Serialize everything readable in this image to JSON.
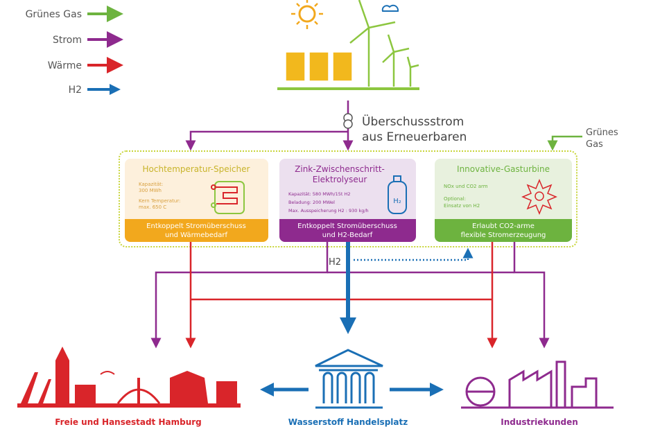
{
  "legend": [
    {
      "label": "Grünes Gas",
      "color": "#6db33f"
    },
    {
      "label": "Strom",
      "color": "#8e2a8e"
    },
    {
      "label": "Wärme",
      "color": "#d9252a"
    },
    {
      "label": "H2",
      "color": "#1a6fb5"
    }
  ],
  "source": {
    "line1": "Überschussstrom",
    "line2": "aus Erneuerbaren"
  },
  "green_gas": {
    "line1": "Grünes",
    "line2": "Gas"
  },
  "boxes": [
    {
      "title": "Hochtemperatur-Speicher",
      "details": [
        "Kapazität:",
        "300 MWh",
        "Kern Temperatur:",
        "max. 650 C"
      ],
      "footer1": "Entkoppelt Stromüberschuss",
      "footer2": "und Wärmebedarf",
      "bg": "#fdf0dc",
      "band": "#f2a81d",
      "title_color": "#c8b42a"
    },
    {
      "title1": "Zink-Zwischenschritt-",
      "title2": "Elektrolyseur",
      "details": [
        "Kapazität: 580 MWh/15t H2",
        "Beladung: 200 MWel",
        "Max. Ausspeicherung H2 : 930 kg/h"
      ],
      "footer1": "Entkoppelt Stromüberschuss",
      "footer2": "und H2-Bedarf",
      "bg": "#ece0ef",
      "band": "#8e2a8e"
    },
    {
      "title": "Innovative-Gasturbine",
      "details": [
        "NOx und CO2 arm",
        "Optional:",
        "Einsatz von H2"
      ],
      "footer1": "Erlaubt CO2-arme",
      "footer2": "flexible Stromerzeugung",
      "bg": "#e8f1de",
      "band": "#6db33f"
    }
  ],
  "h2_label": "H2",
  "bottom": {
    "hamburg": "Freie und Hansestadt Hamburg",
    "trading": "Wasserstoff Handelsplatz",
    "industry": "Industriekunden"
  }
}
